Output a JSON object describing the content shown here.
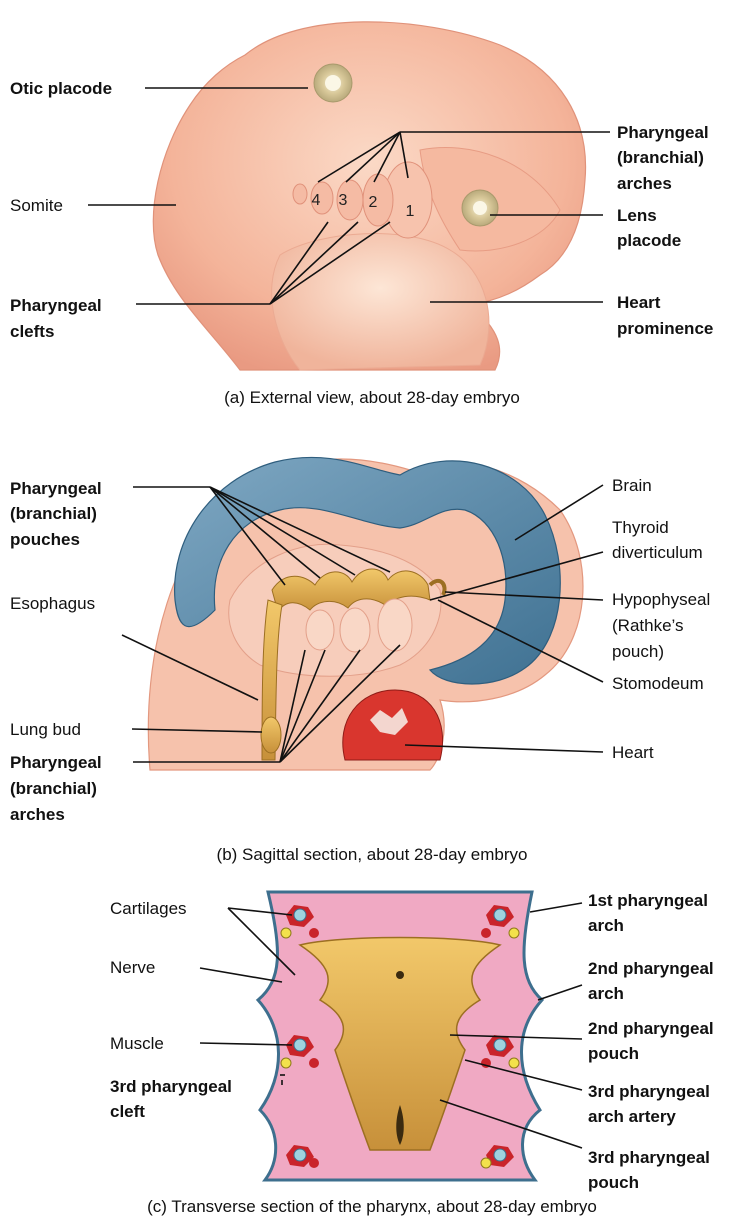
{
  "panel_a": {
    "labels": {
      "otic_placode": "Otic placode",
      "somite": "Somite",
      "pharyngeal_clefts": [
        "Pharyngeal",
        "clefts"
      ],
      "pharyngeal_arches": [
        "Pharyngeal",
        "(branchial)",
        "arches"
      ],
      "lens_placode": [
        "Lens",
        "placode"
      ],
      "heart_prominence": [
        "Heart",
        "prominence"
      ]
    },
    "arch_numbers": [
      "4",
      "3",
      "2",
      "1"
    ],
    "caption": "(a) External view, about 28-day embryo"
  },
  "panel_b": {
    "labels": {
      "pharyngeal_pouches": [
        "Pharyngeal",
        "(branchial)",
        "pouches"
      ],
      "esophagus": "Esophagus",
      "lung_bud": "Lung bud",
      "pharyngeal_arches": [
        "Pharyngeal",
        "(branchial)",
        "arches"
      ],
      "brain": "Brain",
      "thyroid_diverticulum": [
        "Thyroid",
        "diverticulum"
      ],
      "hypophyseal": [
        "Hypophyseal",
        "(Rathke’s",
        "pouch)"
      ],
      "stomodeum": "Stomodeum",
      "heart": "Heart"
    },
    "caption": "(b) Sagittal section, about 28-day embryo"
  },
  "panel_c": {
    "labels": {
      "cartilages": "Cartilages",
      "nerve": "Nerve",
      "muscle": "Muscle",
      "third_cleft": [
        "3rd pharyngeal",
        "cleft"
      ],
      "first_arch": [
        "1st pharyngeal",
        "arch"
      ],
      "second_arch": [
        "2nd pharyngeal",
        "arch"
      ],
      "second_pouch": [
        "2nd pharyngeal",
        "pouch"
      ],
      "third_artery": [
        "3rd pharyngeal",
        "arch artery"
      ],
      "third_pouch": [
        "3rd pharyngeal",
        "pouch"
      ]
    },
    "caption": "(c) Transverse section of the pharynx, about 28-day embryo"
  },
  "colors": {
    "skin": "#f6c2ac",
    "brain": "#5d8fae",
    "endoderm": "#d9a84a",
    "mesenchyme": "#e99ab8",
    "heart": "#d9362e"
  }
}
